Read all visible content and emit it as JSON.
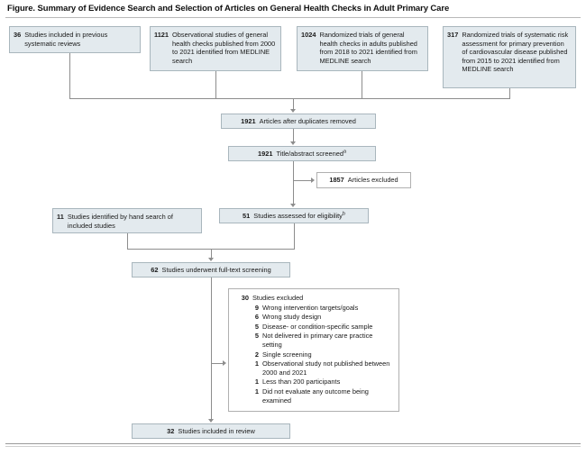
{
  "figure": {
    "title": "Figure. Summary of Evidence Search and Selection of Articles on General Health Checks in Adult Primary Care"
  },
  "sources": [
    {
      "count": "36",
      "label": "Studies included in previous systematic reviews"
    },
    {
      "count": "1121",
      "label": "Observational studies of general health checks published from 2000 to 2021 identified from MEDLINE search"
    },
    {
      "count": "1024",
      "label": "Randomized trials of general health checks in adults published from 2018 to 2021 identified from MEDLINE search"
    },
    {
      "count": "317",
      "label": "Randomized trials of systematic risk assessment for primary prevention of cardiovascular disease published from 2015 to 2021 identified from MEDLINE search"
    }
  ],
  "flow": {
    "duplicates_removed": {
      "count": "1921",
      "label": "Articles after duplicates removed"
    },
    "title_abstract_screened": {
      "count": "1921",
      "label": "Title/abstract screened",
      "footnote": "a"
    },
    "articles_excluded": {
      "count": "1857",
      "label": "Articles excluded"
    },
    "hand_search": {
      "count": "11",
      "label": "Studies identified by hand search of included studies"
    },
    "assessed_eligibility": {
      "count": "51",
      "label": "Studies assessed for eligibility",
      "footnote": "b"
    },
    "full_text_screening": {
      "count": "62",
      "label": "Studies underwent full-text screening"
    },
    "studies_excluded": {
      "count": "30",
      "label": "Studies excluded",
      "reasons": [
        {
          "count": "9",
          "label": "Wrong intervention targets/goals"
        },
        {
          "count": "6",
          "label": "Wrong study design"
        },
        {
          "count": "5",
          "label": "Disease- or condition-specific sample"
        },
        {
          "count": "5",
          "label": "Not delivered in primary care practice setting"
        },
        {
          "count": "2",
          "label": "Single screening"
        },
        {
          "count": "1",
          "label": "Observational study not published between 2000 and 2021"
        },
        {
          "count": "1",
          "label": "Less than 200 participants"
        },
        {
          "count": "1",
          "label": "Did not evaluate any outcome being examined"
        }
      ]
    },
    "included_in_review": {
      "count": "32",
      "label": "Studies included in review"
    }
  },
  "colors": {
    "box_fill": "#e3eaee",
    "box_border": "#a9b6bd",
    "connector": "#8d8d8d"
  }
}
